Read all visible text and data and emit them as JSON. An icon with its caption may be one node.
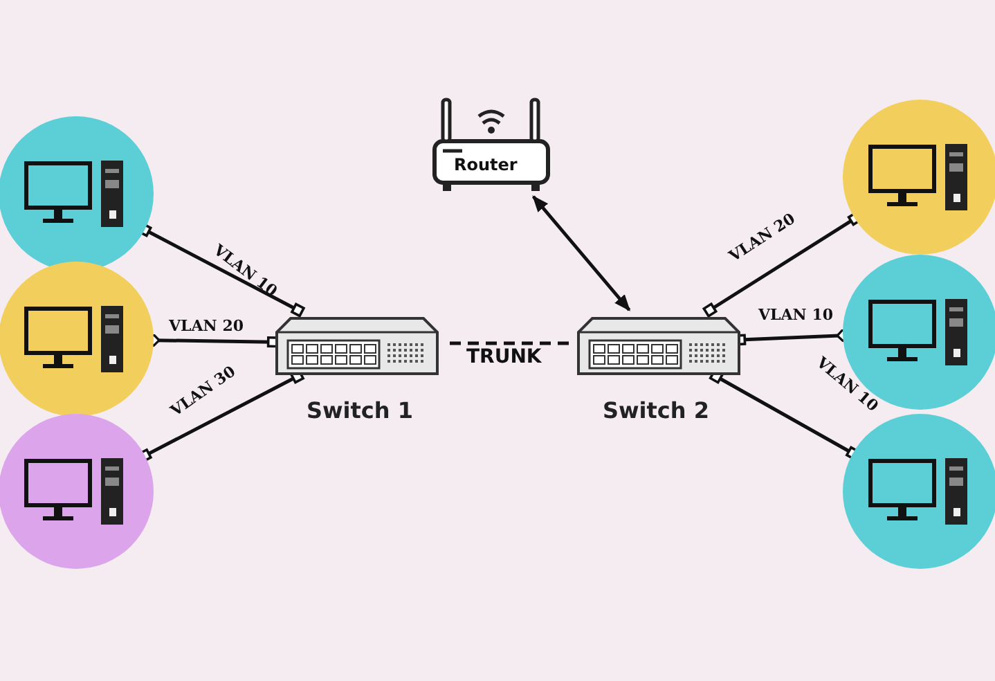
{
  "diagram": {
    "nodes": [
      {
        "text": [],
        "shape": "circle"
      },
      {
        "text": [],
        "shape": "circle"
      },
      {
        "text": [],
        "shape": "circle"
      },
      {
        "text": [
          "Router"
        ]
      },
      {
        "text": [
          "Switch 1"
        ]
      },
      {
        "text": [
          "Switch 2"
        ]
      },
      {
        "text": [],
        "shape": "circle"
      },
      {
        "text": [],
        "shape": "circle"
      },
      {
        "text": [],
        "shape": "circle"
      }
    ],
    "edges": [
      {
        "from": 4,
        "to": 0,
        "arrow": "other",
        "label": "VLAN 10"
      },
      {
        "from": 4,
        "to": 1,
        "arrow": "other",
        "label": "VLAN 20"
      },
      {
        "from": 4,
        "to": 2,
        "arrow": "other",
        "label": "VLAN 30"
      },
      {
        "from": 4,
        "to": 5,
        "arrow": "none",
        "label": "TRUNK",
        "style": "dashed"
      },
      {
        "from": 3,
        "to": 5,
        "arrow": "both"
      },
      {
        "from": 5,
        "to": 6,
        "arrow": "other",
        "label": "VLAN 20"
      },
      {
        "from": 5,
        "to": 7,
        "arrow": "other",
        "label": "VLAN 10"
      },
      {
        "from": 5,
        "to": 8,
        "arrow": "other",
        "label": "VLAN 10"
      }
    ]
  }
}
